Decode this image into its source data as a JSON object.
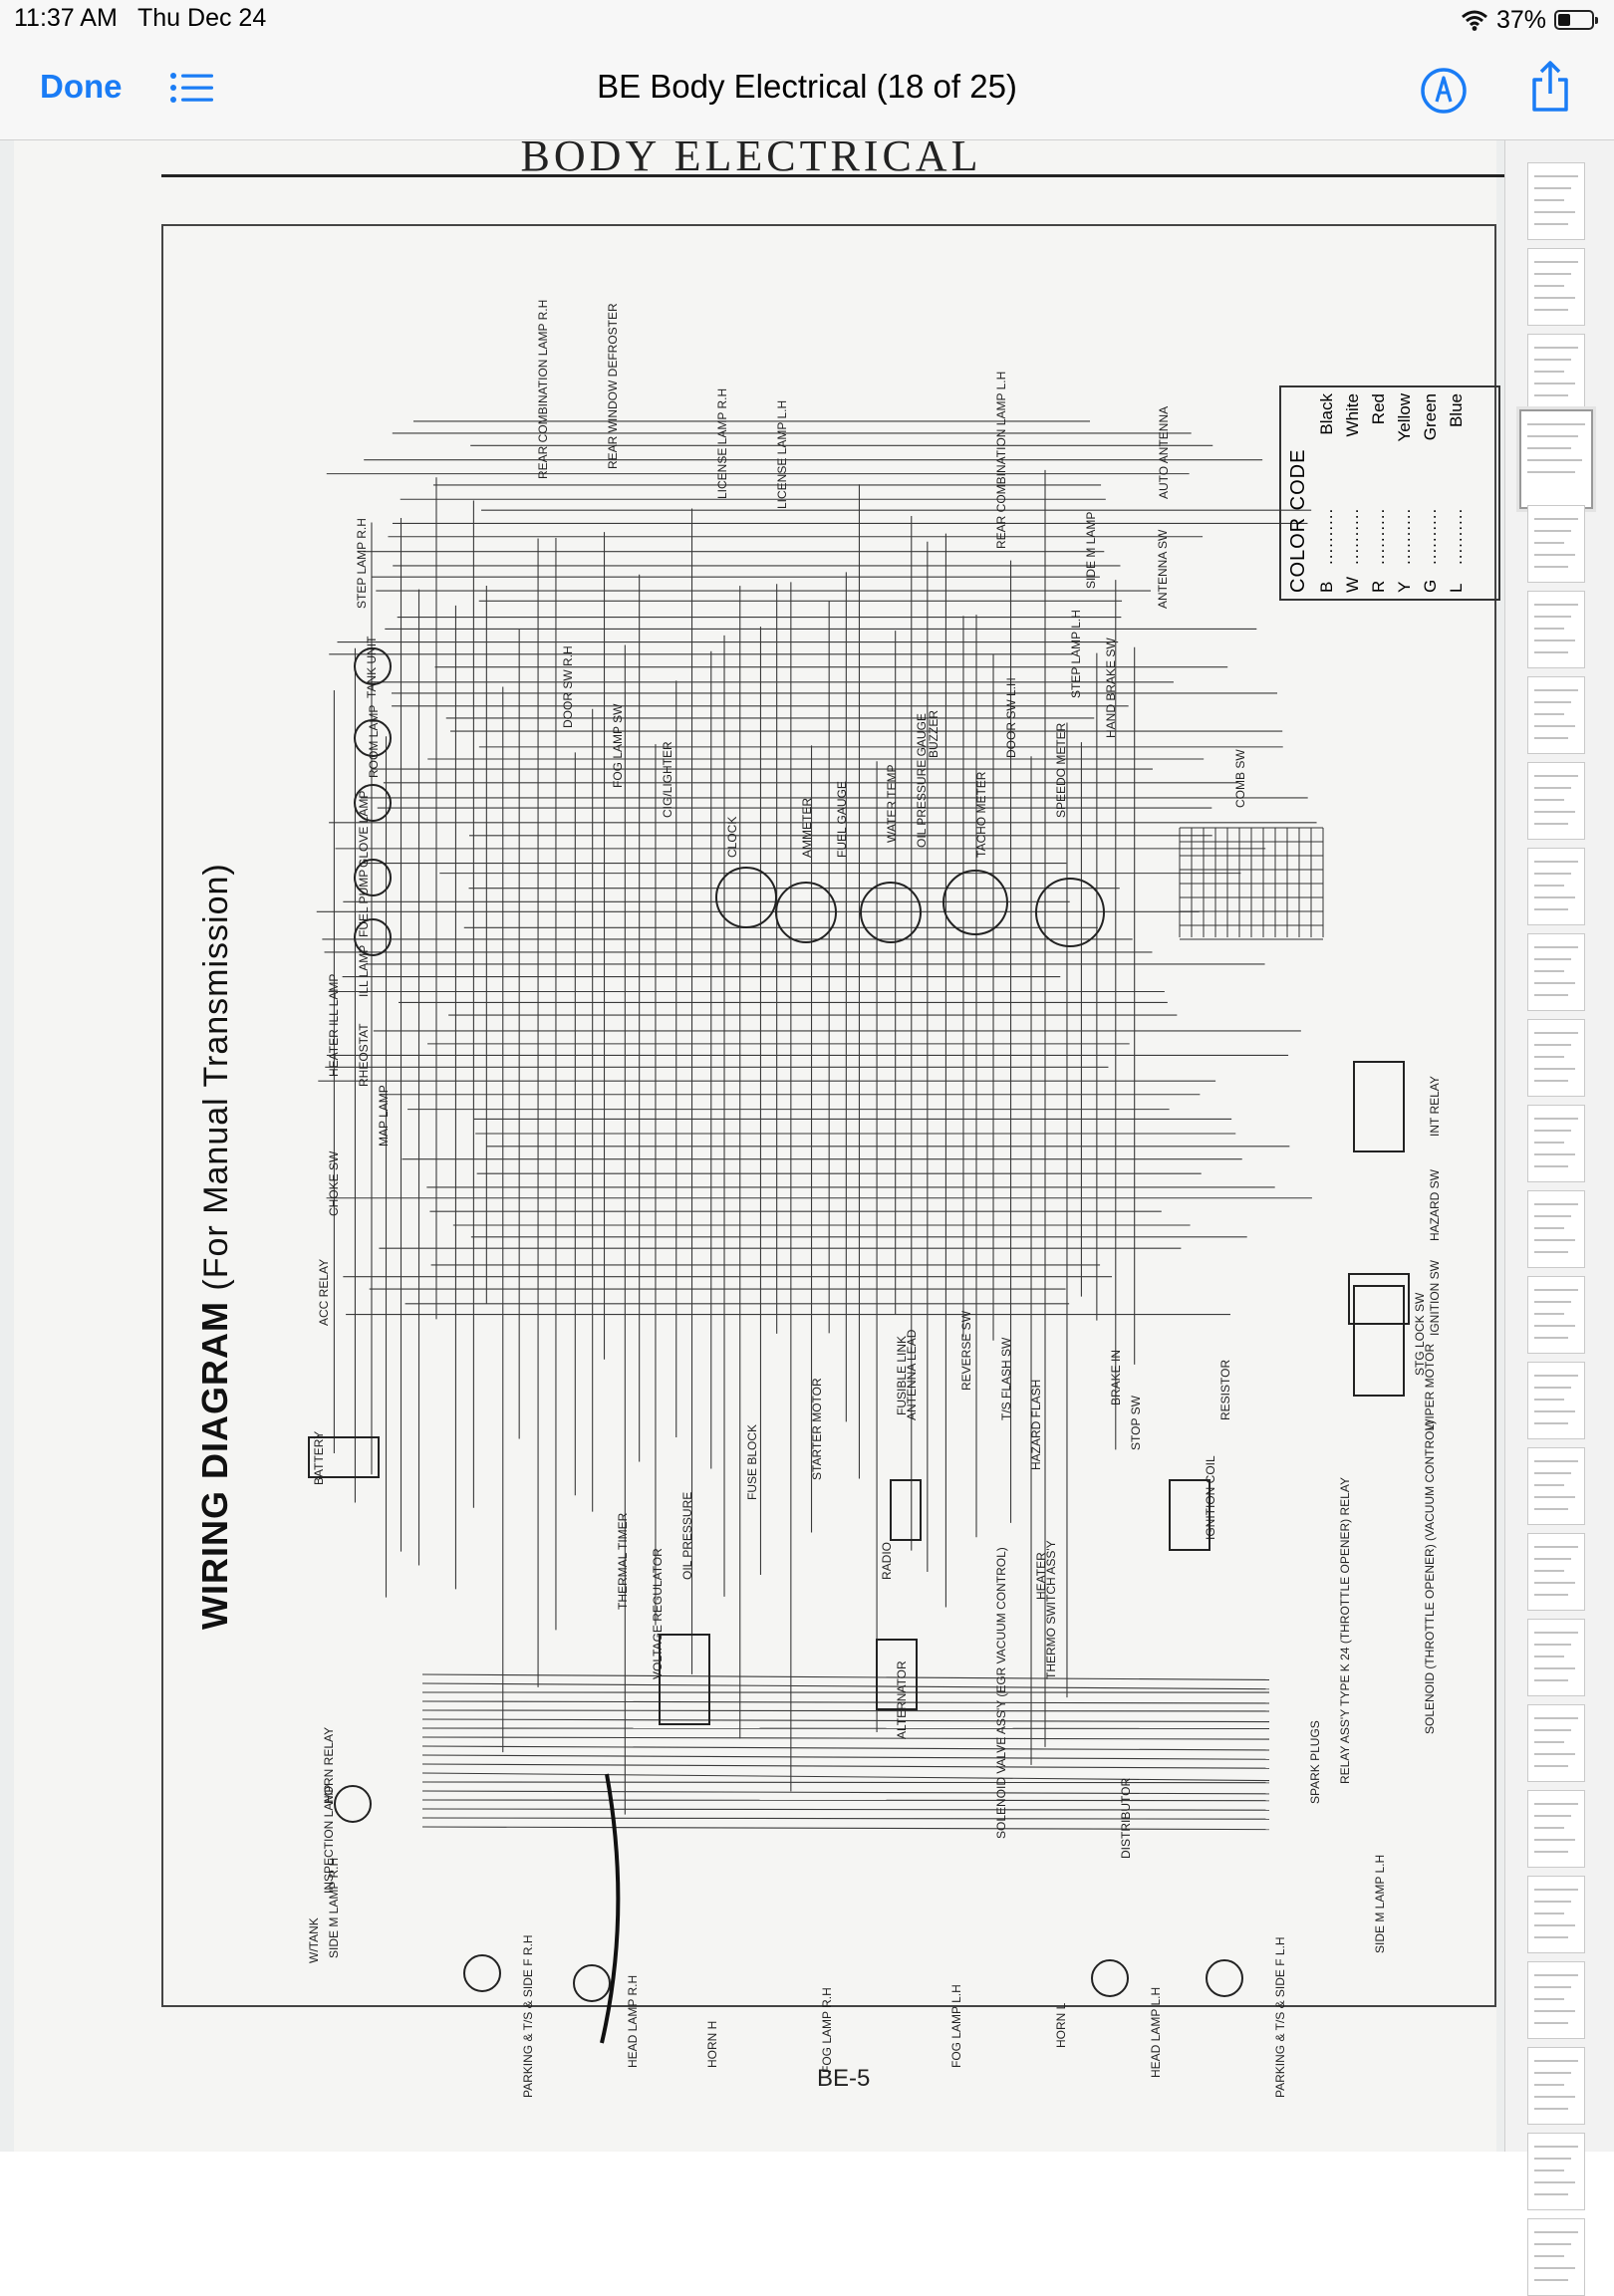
{
  "status_bar": {
    "time": "11:37 AM",
    "date": "Thu Dec 24",
    "battery": "37%",
    "battery_level": 0.37
  },
  "nav": {
    "done_label": "Done",
    "title": "BE Body Electrical (18 of 25)"
  },
  "document": {
    "heading": "BODY ELECTRICAL",
    "diagram_title_main": "WIRING DIAGRAM",
    "diagram_title_sub": "(For Manual Transmission)",
    "page_number": "BE-5",
    "color_code": {
      "title": "COLOR CODE",
      "rows": [
        {
          "code": "B",
          "name": "Black"
        },
        {
          "code": "W",
          "name": "White"
        },
        {
          "code": "R",
          "name": "Red"
        },
        {
          "code": "Y",
          "name": "Yellow"
        },
        {
          "code": "G",
          "name": "Green"
        },
        {
          "code": "L",
          "name": "Blue"
        }
      ]
    },
    "component_labels": [
      "REAR COMBINATION LAMP R.H",
      "REAR WINDOW DEFROSTER",
      "LICENSE LAMP R.H",
      "LICENSE LAMP L.H",
      "REAR COMBINATION LAMP L.H",
      "ANTENNA SW",
      "AUTO ANTENNA",
      "SIDE M LAMP",
      "STEP LAMP R.H",
      "TANK UNIT",
      "ROOM LAMP",
      "GLOVE LAMP",
      "FUEL PUMP",
      "ILL LAMP",
      "HEATER ILL LAMP",
      "RHEOSTAT",
      "MAP LAMP",
      "CHOKE SW",
      "ACC RELAY",
      "BATTERY",
      "DOOR SW R.H",
      "FOG LAMP SW",
      "CIG/LIGHTER",
      "CLOCK",
      "AMMETER",
      "FUEL GAUGE",
      "WATER TEMP",
      "OIL PRESSURE GAUGE",
      "TACHO METER",
      "SPEEDO METER",
      "BUZZER",
      "DOOR SW L.H",
      "STEP LAMP L.H",
      "HAND BRAKE SW",
      "COMB SW",
      "INT RELAY",
      "HAZARD SW",
      "IGNITION SW",
      "STG LOCK SW",
      "WIPER MOTOR",
      "RESISTOR",
      "IGNITION COIL",
      "STOP SW",
      "BRAKE IN",
      "HAZARD FLASH",
      "T/S FLASH SW",
      "REVERSE SW",
      "ANTENNA LEAD",
      "STARTER MOTOR",
      "FUSE BLOCK",
      "FUSIBLE LINK",
      "RADIO",
      "VOLTAGE REGULATOR",
      "ALTERNATOR",
      "THERMO SWITCH ASS'Y",
      "SOLENOID VALVE ASS'Y (EGR VACUUM CONTROL)",
      "DISTRIBUTOR",
      "SPARK PLUGS",
      "RELAY ASS'Y TYPE K 24 (THROTTLE OPENER) RELAY",
      "SOLENOID (THROTTLE OPENER) (VACUUM CONTROL)",
      "HORN RELAY",
      "INSPECTION LAMP",
      "SIDE M LAMP R.H",
      "W/TANK",
      "PARKING & T/S & SIDE F R.H",
      "HEAD LAMP R.H",
      "HORN H",
      "FOG LAMP R.H",
      "FOG LAMP L.H",
      "HORN L",
      "HEAD LAMP L.H",
      "PARKING & T/S & SIDE F L.H",
      "SIDE M LAMP L.H",
      "HEATER",
      "THERMAL TIMER",
      "OIL PRESSURE"
    ]
  },
  "thumbnails": {
    "count": 25,
    "current": 4
  }
}
